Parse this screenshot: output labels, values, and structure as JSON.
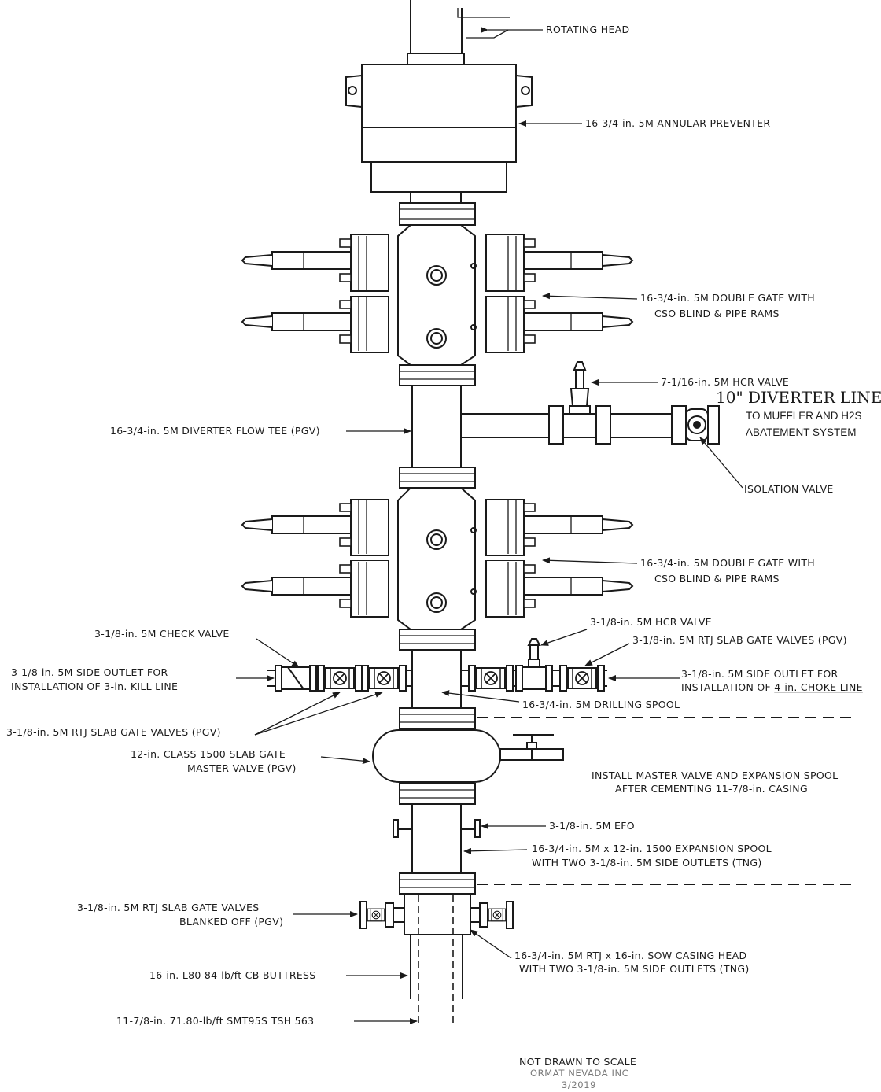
{
  "labels": {
    "rotating_head": "ROTATING HEAD",
    "annular_preventer": "16-3/4-in. 5M ANNULAR PREVENTER",
    "double_gate_upper_1": "16-3/4-in. 5M DOUBLE GATE WITH",
    "double_gate_upper_2": "CSO BLIND & PIPE RAMS",
    "hcr_valve_7": "7-1/16-in. 5M HCR VALVE",
    "diverter_line": "10\" DIVERTER LINE",
    "muffler_1": "TO MUFFLER AND H2S",
    "muffler_2": "ABATEMENT SYSTEM",
    "diverter_tee": "16-3/4-in. 5M DIVERTER FLOW TEE (PGV)",
    "isolation_valve": "ISOLATION VALVE",
    "double_gate_lower_1": "16-3/4-in. 5M DOUBLE GATE WITH",
    "double_gate_lower_2": "CSO BLIND & PIPE RAMS",
    "hcr_valve_3": "3-1/8-in. 5M HCR VALVE",
    "check_valve": "3-1/8-in. 5M CHECK VALVE",
    "rtj_slab_right": "3-1/8-in. 5M RTJ SLAB GATE VALVES (PGV)",
    "kill_outlet_1": "3-1/8-in. 5M SIDE OUTLET FOR",
    "kill_outlet_2": "INSTALLATION OF 3-in. KILL LINE",
    "choke_outlet_1": "3-1/8-in. 5M SIDE OUTLET FOR",
    "choke_outlet_2a": "INSTALLATION OF ",
    "choke_outlet_2b": "4-in. CHOKE LINE",
    "drilling_spool": "16-3/4-in. 5M DRILLING SPOOL",
    "rtj_slab_left": "3-1/8-in. 5M RTJ SLAB GATE VALVES (PGV)",
    "master_valve_1": "12-in. CLASS 1500 SLAB GATE",
    "master_valve_2": "MASTER VALVE (PGV)",
    "install_note_1": "INSTALL MASTER VALVE AND EXPANSION SPOOL",
    "install_note_2": "AFTER CEMENTING 11-7/8-in. CASING",
    "efo": "3-1/8-in. 5M EFO",
    "expansion_spool_1": "16-3/4-in. 5M x 12-in. 1500 EXPANSION SPOOL",
    "expansion_spool_2": "WITH TWO 3-1/8-in. 5M SIDE OUTLETS (TNG)",
    "blanked_1": "3-1/8-in. 5M RTJ SLAB GATE VALVES",
    "blanked_2": "BLANKED OFF (PGV)",
    "casing_head_1": "16-3/4-in. 5M RTJ x 16-in. SOW CASING HEAD",
    "casing_head_2": "WITH TWO 3-1/8-in. 5M SIDE OUTLETS (TNG)",
    "casing_16": "16-in. L80 84-lb/ft CB BUTTRESS",
    "casing_1178": "11-7/8-in. 71.80-lb/ft SMT95S TSH 563",
    "not_to_scale": "NOT DRAWN TO SCALE",
    "company": "ORMAT NEVADA INC",
    "date": "3/2019"
  }
}
